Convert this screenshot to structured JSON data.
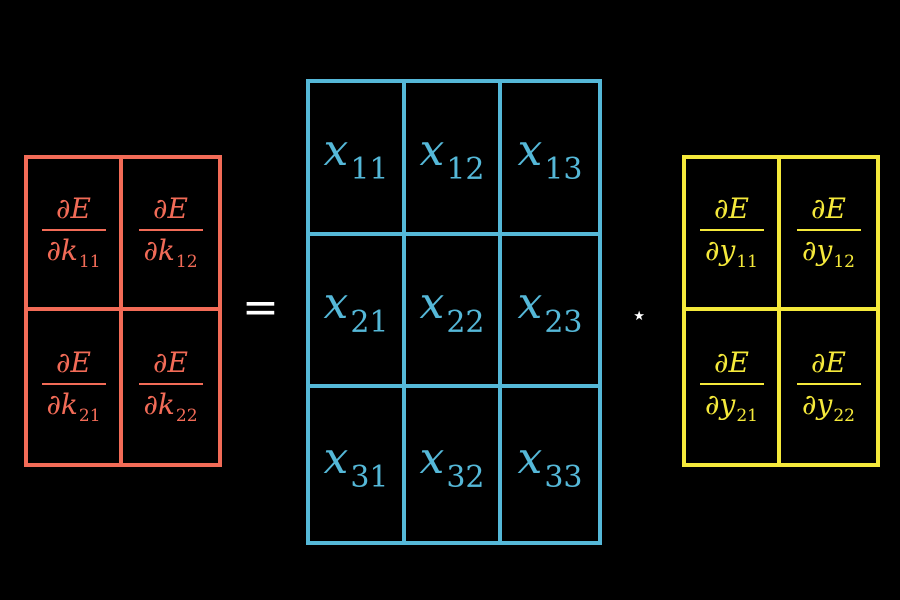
{
  "colors": {
    "background": "#000000",
    "kernel_gradient": "#f26b57",
    "input_matrix": "#55b8d8",
    "output_gradient": "#f5e93b",
    "operator": "#ffffff"
  },
  "operators": {
    "equals": "=",
    "star": "⋆"
  },
  "kernel_gradient": {
    "cells": [
      {
        "num": "∂E",
        "den": "∂k",
        "sub": "11"
      },
      {
        "num": "∂E",
        "den": "∂k",
        "sub": "12"
      },
      {
        "num": "∂E",
        "den": "∂k",
        "sub": "21"
      },
      {
        "num": "∂E",
        "den": "∂k",
        "sub": "22"
      }
    ]
  },
  "input_matrix": {
    "cells": [
      {
        "var": "x",
        "sub": "11"
      },
      {
        "var": "x",
        "sub": "12"
      },
      {
        "var": "x",
        "sub": "13"
      },
      {
        "var": "x",
        "sub": "21"
      },
      {
        "var": "x",
        "sub": "22"
      },
      {
        "var": "x",
        "sub": "23"
      },
      {
        "var": "x",
        "sub": "31"
      },
      {
        "var": "x",
        "sub": "32"
      },
      {
        "var": "x",
        "sub": "33"
      }
    ]
  },
  "output_gradient": {
    "cells": [
      {
        "num": "∂E",
        "den": "∂y",
        "sub": "11"
      },
      {
        "num": "∂E",
        "den": "∂y",
        "sub": "12"
      },
      {
        "num": "∂E",
        "den": "∂y",
        "sub": "21"
      },
      {
        "num": "∂E",
        "den": "∂y",
        "sub": "22"
      }
    ]
  }
}
